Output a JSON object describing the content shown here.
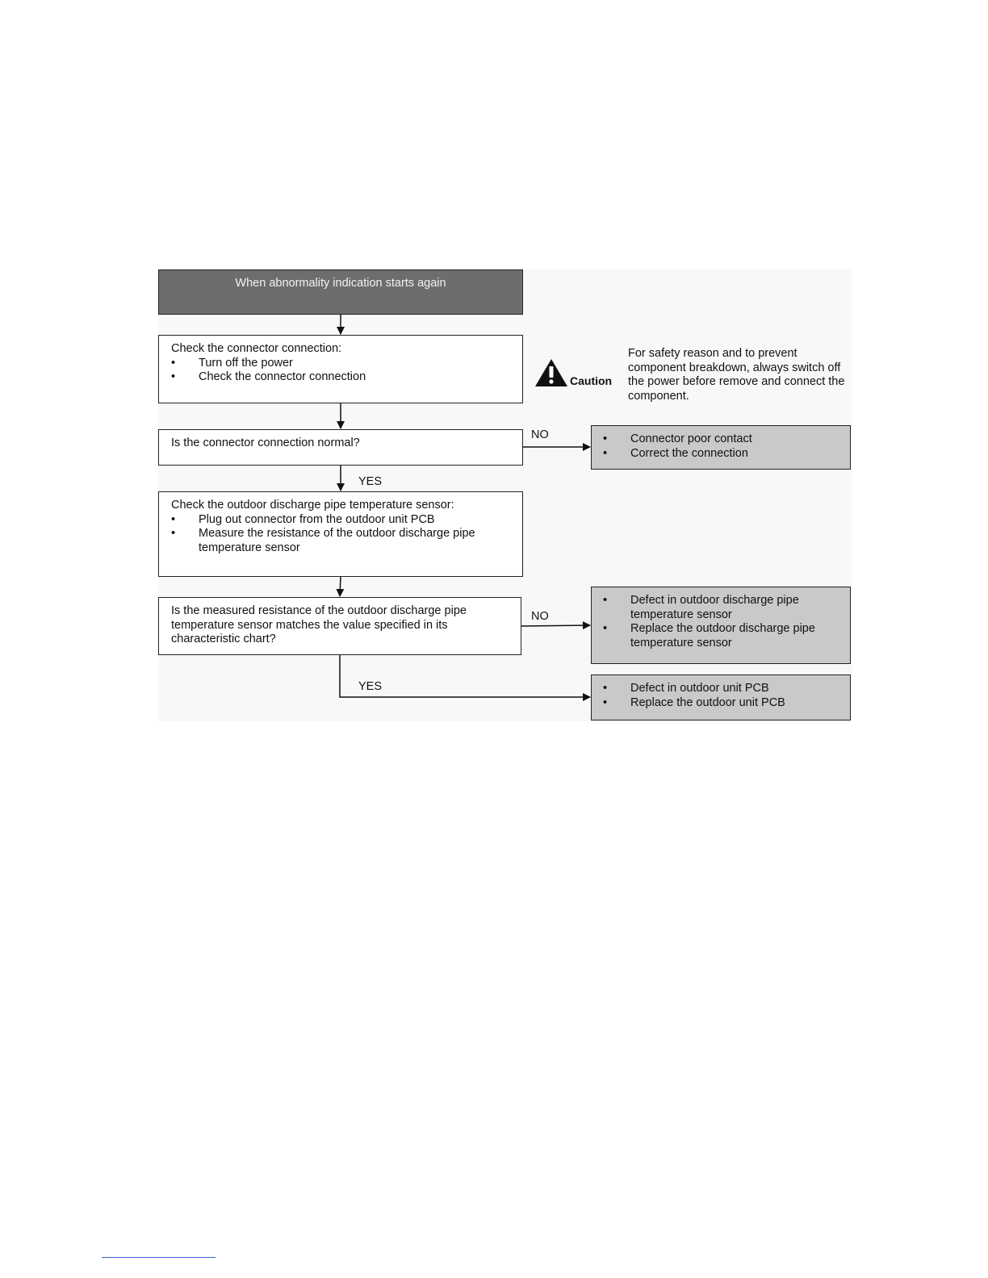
{
  "start": {
    "text": "When abnormality indication starts again"
  },
  "step1": {
    "title": "Check the connector connection:",
    "bullets": [
      "Turn off the power",
      "Check the connector connection"
    ]
  },
  "caution": {
    "label": "Caution",
    "text": "For safety reason and to prevent component breakdown, always switch off the power before remove and connect the component."
  },
  "decision1": {
    "text": "Is the connector connection normal?"
  },
  "result1": {
    "bullets": [
      "Connector poor contact",
      "Correct the connection"
    ]
  },
  "step2": {
    "title": "Check the outdoor discharge pipe temperature sensor:",
    "bullets": [
      "Plug out connector from the outdoor unit PCB",
      "Measure the resistance of the outdoor discharge pipe temperature sensor"
    ]
  },
  "decision2": {
    "text": "Is the measured resistance of the outdoor discharge pipe temperature sensor matches the value specified in its characteristic chart?"
  },
  "result2": {
    "bullets": [
      "Defect in outdoor discharge pipe temperature sensor",
      "Replace the outdoor discharge pipe temperature sensor"
    ]
  },
  "result3": {
    "bullets": [
      "Defect in outdoor unit PCB",
      "Replace the outdoor unit PCB"
    ]
  },
  "labels": {
    "yes": "YES",
    "no": "NO"
  }
}
